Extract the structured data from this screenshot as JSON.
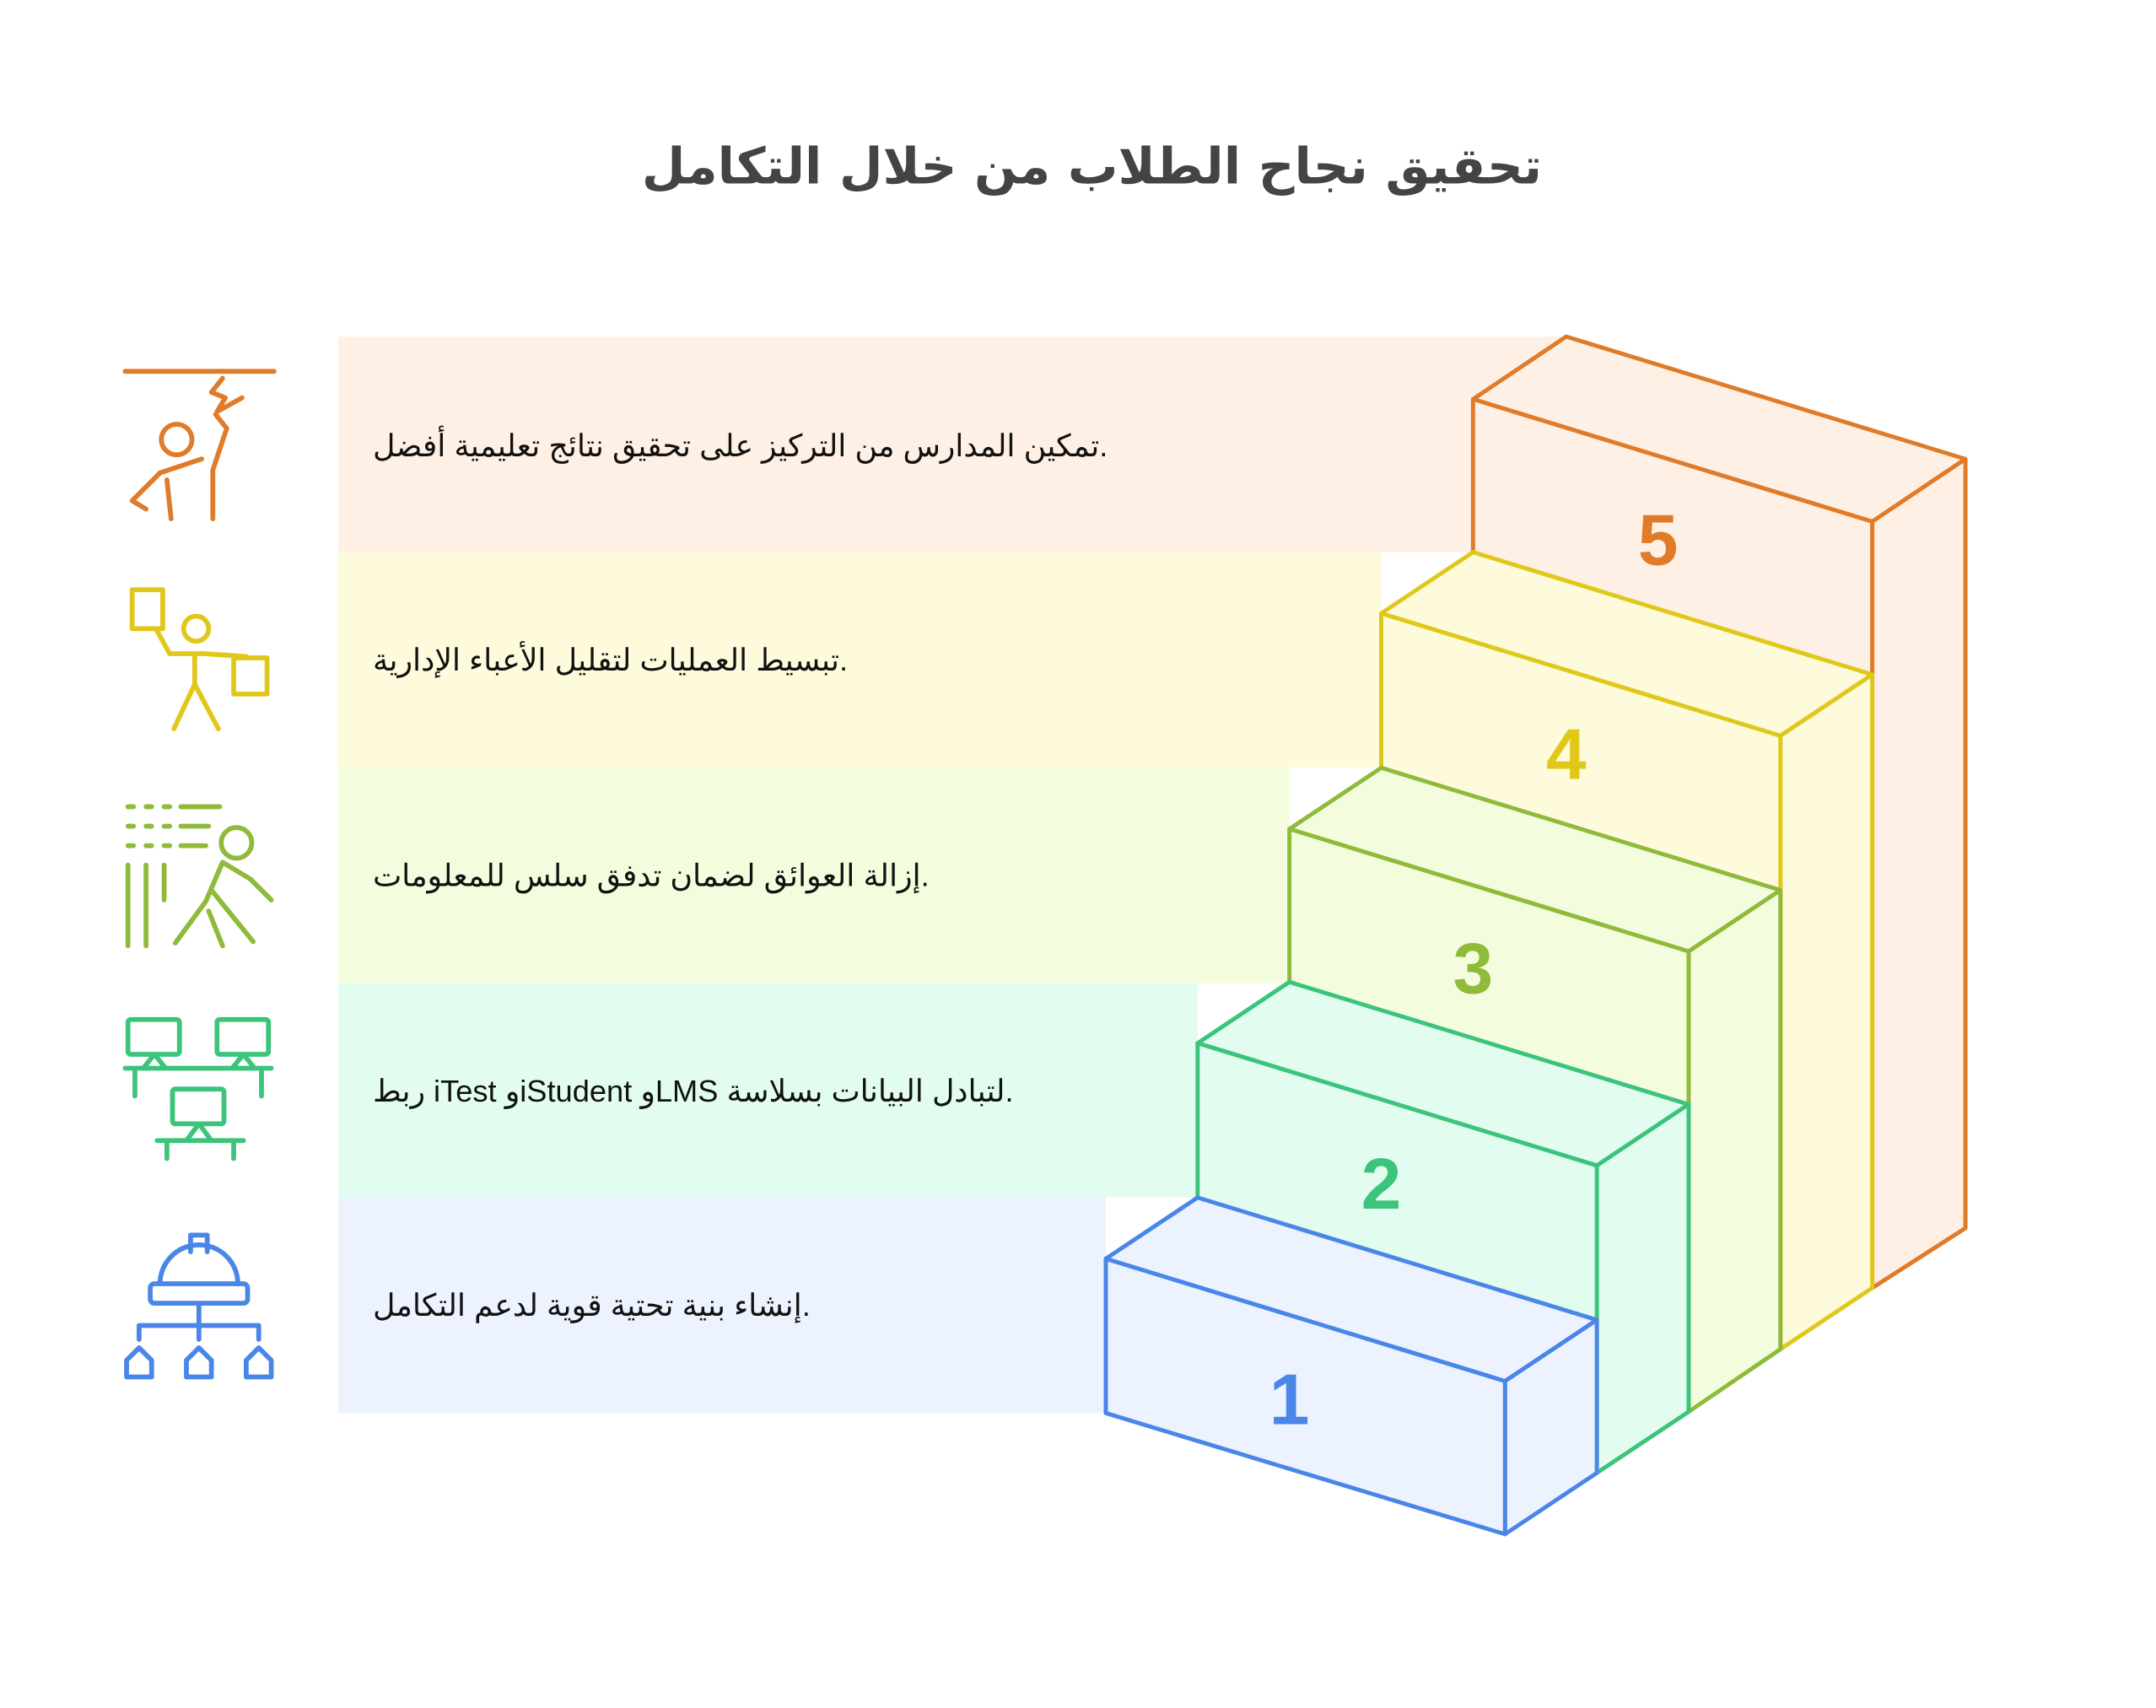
{
  "title": "تحقيق نجاح الطلاب من خلال التكامل",
  "steps": [
    {
      "number": "1",
      "text": "إنشاء بنية تحتية قوية لدعم التكامل.",
      "icon": "infrastructure-helmet-icon",
      "color": "#4a86e8",
      "bg": "#edf3fe"
    },
    {
      "number": "2",
      "text": "ربط iTest وiStudent وLMS لتبادل البيانات بسلاسة.",
      "icon": "connected-computers-icon",
      "color": "#3cc47c",
      "bg": "#e2fdef"
    },
    {
      "number": "3",
      "text": "إزالة العوائق لضمان تدفق سلس للمعلومات.",
      "icon": "walking-person-flow-icon",
      "color": "#8fba3a",
      "bg": "#f3fddd"
    },
    {
      "number": "4",
      "text": "تبسيط العمليات لتقليل الأعباء الإدارية.",
      "icon": "person-juggling-documents-icon",
      "color": "#e0c81a",
      "bg": "#fefadc"
    },
    {
      "number": "5",
      "text": "تمكين المدارس من التركيز على تحقيق نتائج تعليمية أفضل.",
      "icon": "person-reaching-goal-icon",
      "color": "#e07b2a",
      "bg": "#fef0e4"
    }
  ]
}
